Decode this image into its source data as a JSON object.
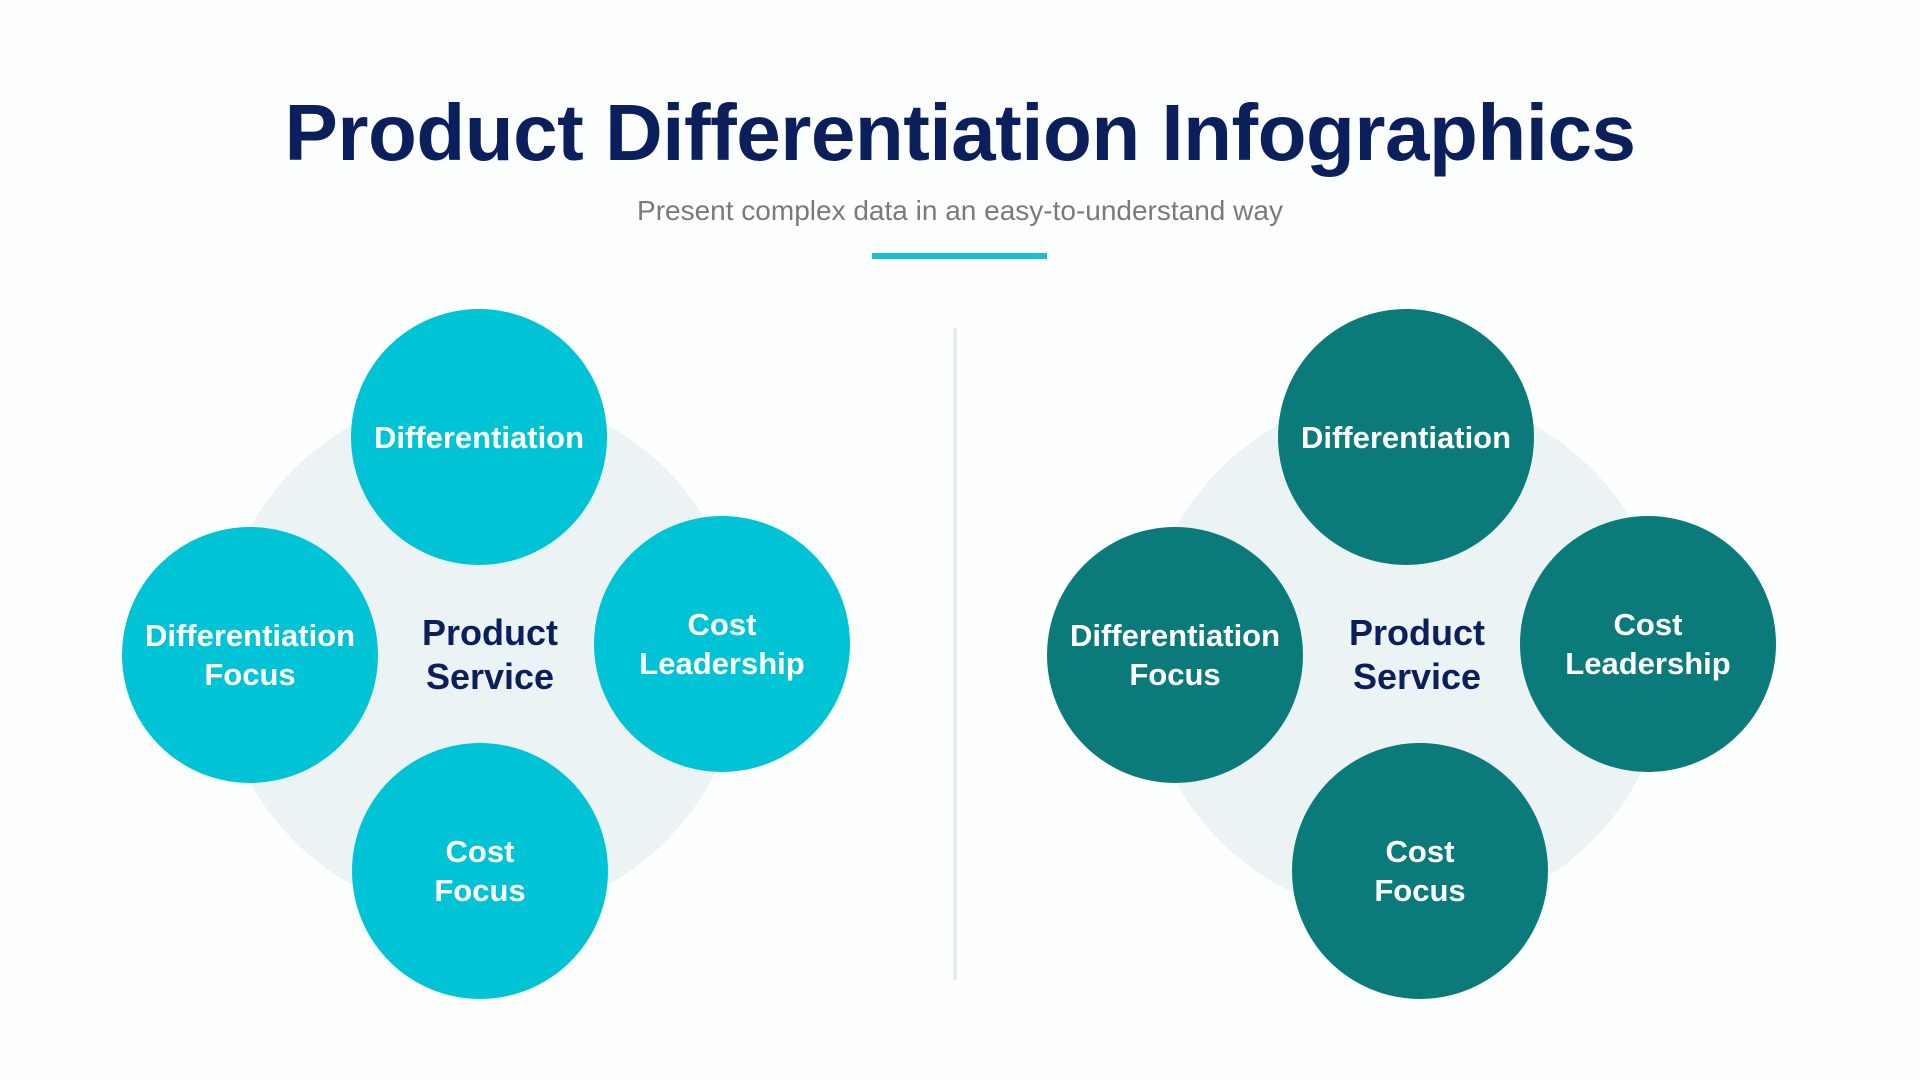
{
  "header": {
    "title": "Product Differentiation Infographics",
    "subtitle": "Present complex data in an easy-to-understand way"
  },
  "colors": {
    "title": "#0a1f5c",
    "subtitle": "#7a7a7a",
    "accent": "#19bfd0",
    "left_nodes": "#00c4d6",
    "right_nodes": "#0a7a7a",
    "background_circle": "#ebf3f4",
    "divider": "#e4ecee"
  },
  "diagrams": [
    {
      "center": {
        "line1": "Product",
        "line2": "Service"
      },
      "nodes": {
        "top": {
          "line1": "Differentiation",
          "line2": ""
        },
        "left": {
          "line1": "Differentiation",
          "line2": "Focus"
        },
        "right": {
          "line1": "Cost",
          "line2": "Leadership"
        },
        "bottom": {
          "line1": "Cost",
          "line2": "Focus"
        }
      }
    },
    {
      "center": {
        "line1": "Product",
        "line2": "Service"
      },
      "nodes": {
        "top": {
          "line1": "Differentiation",
          "line2": ""
        },
        "left": {
          "line1": "Differentiation",
          "line2": "Focus"
        },
        "right": {
          "line1": "Cost",
          "line2": "Leadership"
        },
        "bottom": {
          "line1": "Cost",
          "line2": "Focus"
        }
      }
    }
  ]
}
